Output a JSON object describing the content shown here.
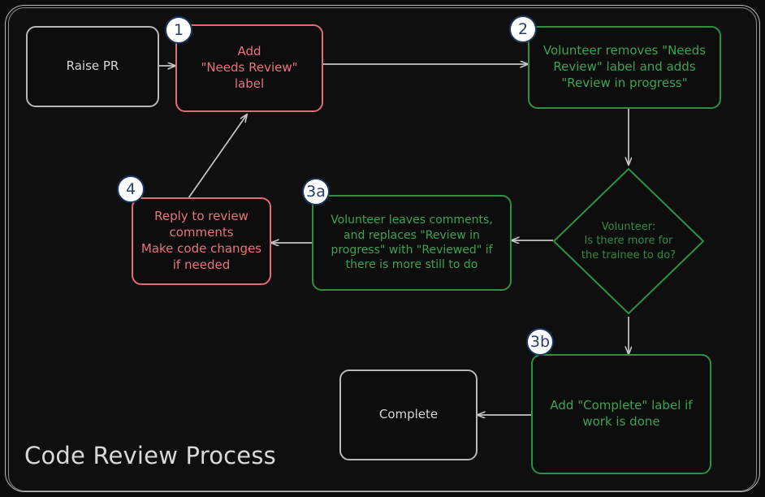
{
  "diagram": {
    "title": "Code Review Process",
    "colors": {
      "background": "#0f0f0f",
      "frame_border": "#b9b9b9",
      "neutral": "#b8b8b8",
      "red": "#e06c75",
      "green": "#2e9142",
      "badge_fill": "#ffffff",
      "badge_border": "#1c355e",
      "badge_text": "#24406e",
      "edge": "#c6c6c6",
      "title_text": "#d8d8d8"
    },
    "nodes": [
      {
        "id": "raise-pr",
        "label": "Raise PR",
        "badge": null,
        "style": "neutral",
        "shape": "rounded-rect"
      },
      {
        "id": "add-label",
        "label": "Add\n\"Needs Review\"\nlabel",
        "badge": "1",
        "style": "red",
        "shape": "rounded-rect"
      },
      {
        "id": "volunteer-relabel",
        "label": "Volunteer removes \"Needs\nReview\" label and adds\n\"Review in progress\"",
        "badge": "2",
        "style": "green",
        "shape": "rounded-rect"
      },
      {
        "id": "decision",
        "label": "Volunteer:\nIs there more for\nthe trainee to do?",
        "badge": null,
        "style": "green",
        "shape": "diamond"
      },
      {
        "id": "leave-comments",
        "label": "Volunteer leaves comments,\nand replaces \"Review in\nprogress\" with \"Reviewed\" if\nthere is more still to do",
        "badge": "3a",
        "style": "green",
        "shape": "rounded-rect"
      },
      {
        "id": "reply-comments",
        "label": "Reply to review\ncomments\nMake code changes\nif needed",
        "badge": "4",
        "style": "red",
        "shape": "rounded-rect"
      },
      {
        "id": "add-complete",
        "label": "Add \"Complete\" label if\nwork is done",
        "badge": "3b",
        "style": "green",
        "shape": "rounded-rect"
      },
      {
        "id": "complete",
        "label": "Complete",
        "badge": null,
        "style": "neutral",
        "shape": "rounded-rect"
      }
    ],
    "edges": [
      {
        "from": "raise-pr",
        "to": "add-label"
      },
      {
        "from": "add-label",
        "to": "volunteer-relabel"
      },
      {
        "from": "volunteer-relabel",
        "to": "decision"
      },
      {
        "from": "decision",
        "to": "leave-comments"
      },
      {
        "from": "decision",
        "to": "add-complete"
      },
      {
        "from": "leave-comments",
        "to": "reply-comments"
      },
      {
        "from": "reply-comments",
        "to": "add-label"
      },
      {
        "from": "add-complete",
        "to": "complete"
      }
    ]
  }
}
